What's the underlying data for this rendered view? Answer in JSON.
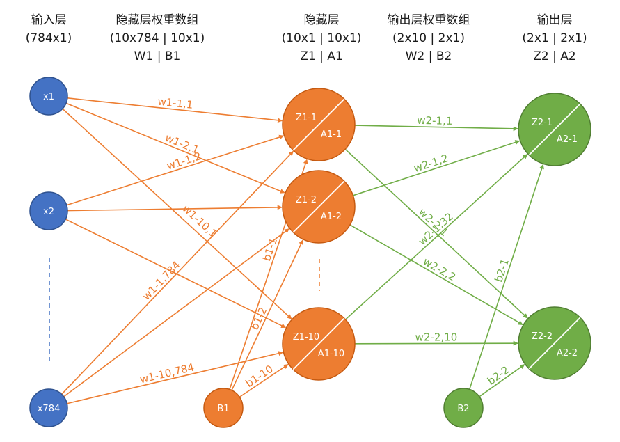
{
  "colors": {
    "input": "#4472C4",
    "input_stroke": "#2F528F",
    "hidden": "#ED7D31",
    "hidden_stroke": "#C55A11",
    "output": "#70AD47",
    "output_stroke": "#507E32",
    "header_text": "#1a1a1a"
  },
  "headers": [
    {
      "id": "input",
      "lines": [
        "输入层",
        "(784x1)"
      ]
    },
    {
      "id": "w1",
      "lines": [
        "隐藏层权重数组",
        "(10x784 | 10x1)",
        "W1 | B1"
      ]
    },
    {
      "id": "hidden",
      "lines": [
        "隐藏层",
        "(10x1 | 10x1)",
        "Z1 | A1"
      ]
    },
    {
      "id": "w2",
      "lines": [
        "输出层权重数组",
        "(2x10 | 2x1)",
        "W2 | B2"
      ]
    },
    {
      "id": "output",
      "lines": [
        "输出层",
        "(2x1 | 2x1)",
        "Z2 | A2"
      ]
    }
  ],
  "input_nodes": [
    {
      "id": "x1",
      "label": "x1"
    },
    {
      "id": "x2",
      "label": "x2"
    },
    {
      "id": "x784",
      "label": "x784"
    }
  ],
  "hidden_nodes": [
    {
      "id": "h1",
      "z": "Z1-1",
      "a": "A1-1"
    },
    {
      "id": "h2",
      "z": "Z1-2",
      "a": "A1-2"
    },
    {
      "id": "h10",
      "z": "Z1-10",
      "a": "A1-10"
    }
  ],
  "output_nodes": [
    {
      "id": "o1",
      "z": "Z2-1",
      "a": "A2-1"
    },
    {
      "id": "o2",
      "z": "Z2-2",
      "a": "A2-2"
    }
  ],
  "bias_nodes": [
    {
      "id": "B1",
      "label": "B1"
    },
    {
      "id": "B2",
      "label": "B2"
    }
  ],
  "edges": {
    "layer1": [
      {
        "from": "x1",
        "to": "h1",
        "label": "w1-1,1"
      },
      {
        "from": "x1",
        "to": "h2",
        "label": "w1-2,1"
      },
      {
        "from": "x1",
        "to": "h10",
        "label": "w1-10,1"
      },
      {
        "from": "x2",
        "to": "h1",
        "label": "w1-1,2"
      },
      {
        "from": "x2",
        "to": "h2",
        "label": ""
      },
      {
        "from": "x2",
        "to": "h10",
        "label": ""
      },
      {
        "from": "x784",
        "to": "h1",
        "label": "w1-1,784"
      },
      {
        "from": "x784",
        "to": "h2",
        "label": ""
      },
      {
        "from": "x784",
        "to": "h10",
        "label": "w1-10,784"
      }
    ],
    "bias1": [
      {
        "from": "B1",
        "to": "h1",
        "label": "b1-1"
      },
      {
        "from": "B1",
        "to": "h2",
        "label": "b1-2"
      },
      {
        "from": "B1",
        "to": "h10",
        "label": "b1-10"
      }
    ],
    "layer2": [
      {
        "from": "h1",
        "to": "o1",
        "label": "w2-1,1"
      },
      {
        "from": "h1",
        "to": "o2",
        "label": "w2-2,1"
      },
      {
        "from": "h2",
        "to": "o1",
        "label": "w2-1,2"
      },
      {
        "from": "h2",
        "to": "o2",
        "label": "w2-2,2"
      },
      {
        "from": "h10",
        "to": "o1",
        "label": "w2-1,32"
      },
      {
        "from": "h10",
        "to": "o2",
        "label": "w2-2,10"
      }
    ],
    "bias2": [
      {
        "from": "B2",
        "to": "o1",
        "label": "b2-1"
      },
      {
        "from": "B2",
        "to": "o2",
        "label": "b2-2"
      }
    ]
  }
}
